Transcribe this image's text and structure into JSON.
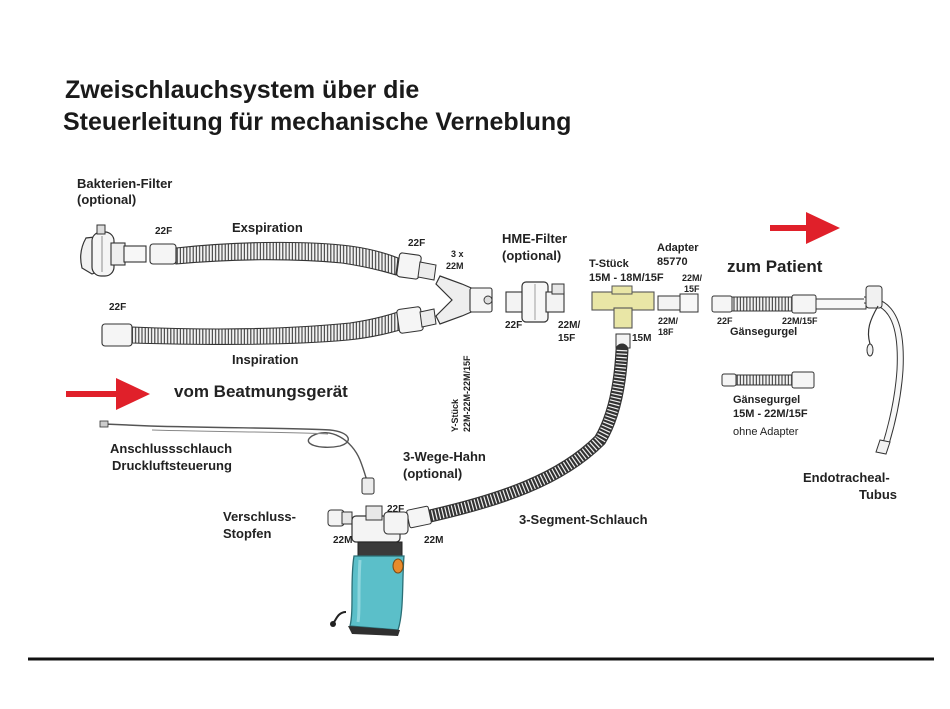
{
  "title": {
    "line1": "Zweischlauchsystem über die",
    "line2": "Steuerleitung für mechanische Verneblung"
  },
  "colors": {
    "arrow": "#e0202a",
    "humidifier": "#5bbfc9",
    "t_piece": "#e9e6a6",
    "tube_outline": "#333333",
    "tube_fill": "#f1f1f1"
  },
  "labels": {
    "bacteria_filter_1": "Bakterien-Filter",
    "bacteria_filter_2": "(optional)",
    "exspiration": "Exspiration",
    "inspiration": "Inspiration",
    "hme_filter_1": "HME-Filter",
    "hme_filter_2": "(optional)",
    "y_piece_count_1": "3 x",
    "y_piece_count_2": "22M",
    "y_piece": "Y-Stück",
    "y_piece_spec": "22M-22M-22M/15F",
    "t_piece_1": "T-Stück",
    "t_piece_2": "15M - 18M/15F",
    "adapter_1": "Adapter",
    "adapter_2": "85770",
    "zum_patient": "zum Patient",
    "vom_beatmungsgeraet": "vom Beatmungsgerät",
    "gaensegurgel": "Gänsegurgel",
    "gaensegurgel2_1": "Gänsegurgel",
    "gaensegurgel2_2": "15M - 22M/15F",
    "ohne_adapter": "ohne Adapter",
    "anschluss_1": "Anschlussschlauch",
    "anschluss_2": "Druckluftsteuerung",
    "three_way_1": "3-Wege-Hahn",
    "three_way_2": "(optional)",
    "stopper_1": "Verschluss-",
    "stopper_2": "Stopfen",
    "segment_tube": "3-Segment-Schlauch",
    "endo_1": "Endotracheal-",
    "endo_2": "Tubus"
  },
  "sizes": {
    "exsp_left": "22F",
    "exsp_right": "22F",
    "insp_left": "22F",
    "hme_left": "22F",
    "hme_right_1": "22M/",
    "hme_right_2": "15F",
    "t_bottom": "15M",
    "adapter_top_1": "22M/",
    "adapter_top_2": "15F",
    "adapter_bottom_1": "22M/",
    "adapter_bottom_2": "18F",
    "goose_left": "22F",
    "goose_right": "22M/15F",
    "valve_top": "22F",
    "valve_left": "22M",
    "valve_right": "22M"
  }
}
